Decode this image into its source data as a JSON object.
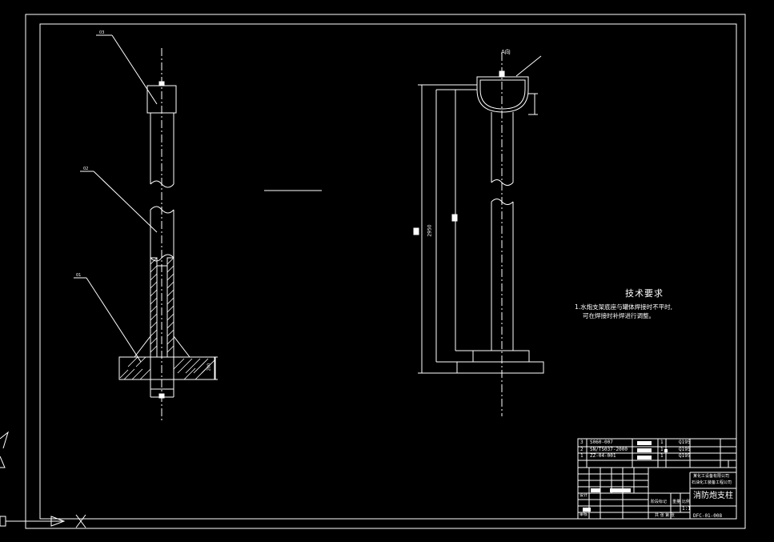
{
  "drawing": {
    "background": "#000000",
    "line_color": "#ffffff",
    "tech_requirements": {
      "title": "技术要求",
      "line1": "1.水炮支架底座与罐体焊接时不平时,",
      "line2": "可在焊接时补焊进行调整。"
    },
    "view_label": "A向",
    "dimension_height": "2950",
    "dimension_base": "200",
    "callouts": [
      "03",
      "02",
      "01"
    ]
  },
  "title_block": {
    "drawing_title": "消防炮支柱",
    "drawing_number": "DFC-01-008",
    "scale": "1:1",
    "company_line1": "某化工设备有限公司",
    "company_line2": "石油化工装备工程公司",
    "parts": [
      {
        "no": "3",
        "code": "S060-007",
        "qty": "1",
        "material": "Q195"
      },
      {
        "no": "2",
        "code": "SN/TS037-2000",
        "qty": "1",
        "material": "Q195"
      },
      {
        "no": "1",
        "code": "ZZ-04-001",
        "qty": "1",
        "material": "Q195"
      }
    ],
    "label_design": "设计",
    "label_check": "审核",
    "label_stage": "阶段标记",
    "label_weight": "重量",
    "label_scale": "比例",
    "label_sheet": "共 张 第 张"
  }
}
